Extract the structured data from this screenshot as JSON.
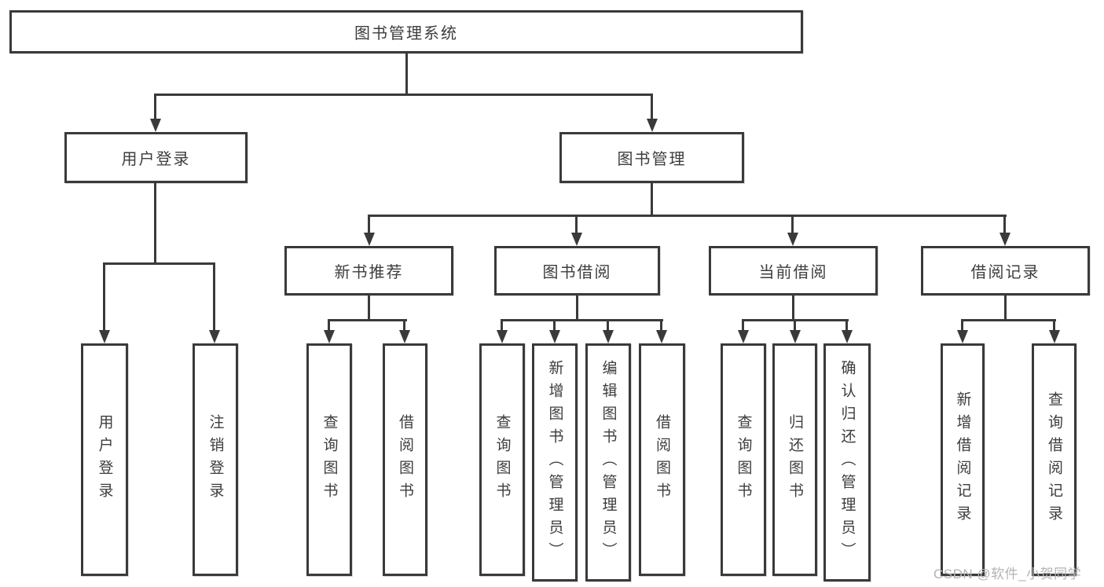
{
  "diagram": {
    "root": {
      "label": "图书管理系统"
    },
    "branches": [
      {
        "label": "用户登录",
        "children": [
          {
            "label": "用户登录"
          },
          {
            "label": "注销登录"
          }
        ]
      },
      {
        "label": "图书管理",
        "children": [
          {
            "label": "新书推荐",
            "children": [
              {
                "label": "查询图书"
              },
              {
                "label": "借阅图书"
              }
            ]
          },
          {
            "label": "图书借阅",
            "children": [
              {
                "label": "查询图书"
              },
              {
                "label": "新增图书（管理员）"
              },
              {
                "label": "编辑图书（管理员）"
              },
              {
                "label": "借阅图书"
              }
            ]
          },
          {
            "label": "当前借阅",
            "children": [
              {
                "label": "查询图书"
              },
              {
                "label": "归还图书"
              },
              {
                "label": "确认归还（管理员）"
              }
            ]
          },
          {
            "label": "借阅记录",
            "children": [
              {
                "label": "新增借阅记录"
              },
              {
                "label": "查询借阅记录"
              }
            ]
          }
        ]
      }
    ],
    "watermark": "CSDN @软件_小贺同学",
    "colors": {
      "line": "#3a3a3a",
      "text": "#3d3d3d",
      "background": "#ffffff",
      "watermark": "#b3b3b3"
    }
  }
}
